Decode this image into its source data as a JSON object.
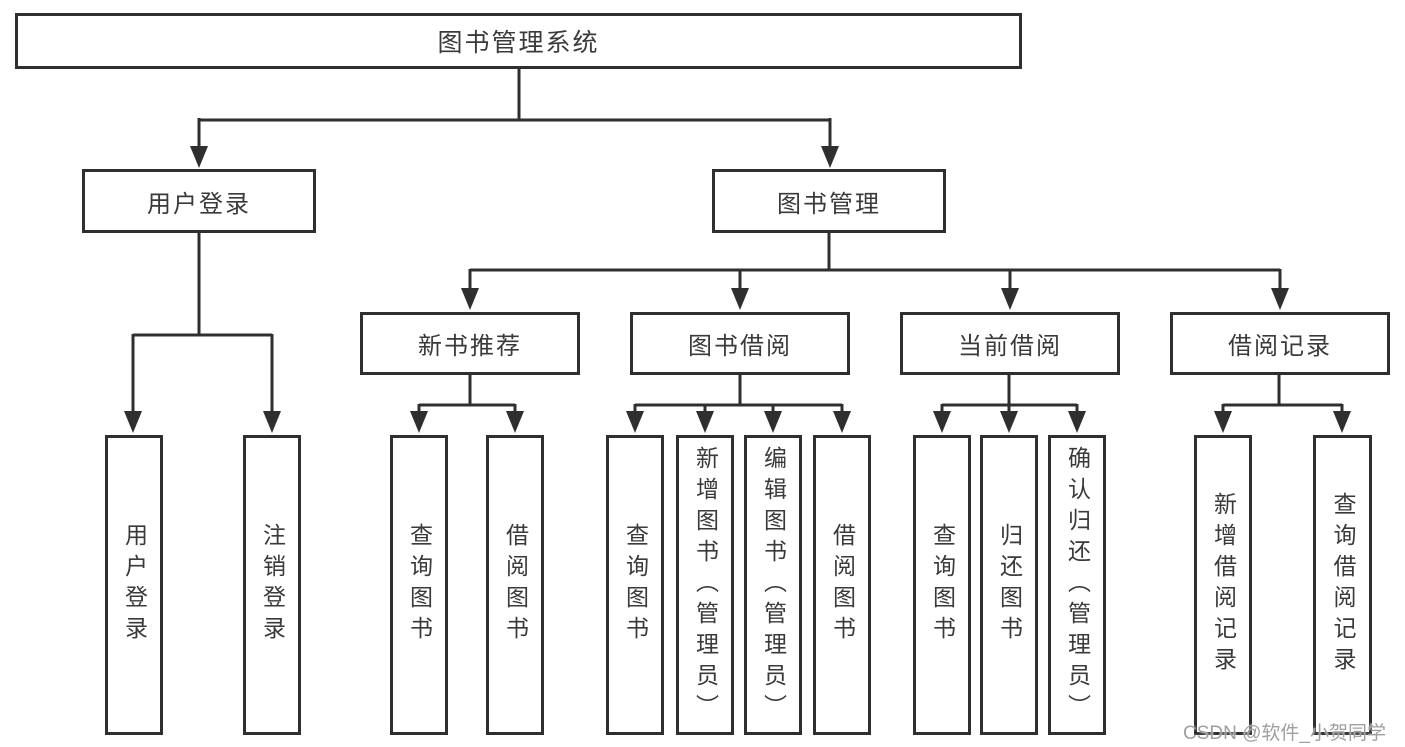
{
  "watermark": "CSDN @软件_小贺同学",
  "colors": {
    "line": "#2f2f2f",
    "border": "#2f2f2f",
    "text": "#3a3a3a",
    "box_background": "#ffffff",
    "page_background": "#ffffff",
    "watermark": "#9f9f9f"
  },
  "tree": {
    "label": "图书管理系统",
    "children": [
      {
        "label": "用户登录",
        "children": [
          {
            "label": "用户登录"
          },
          {
            "label": "注销登录"
          }
        ]
      },
      {
        "label": "图书管理",
        "children": [
          {
            "label": "新书推荐",
            "children": [
              {
                "label": "查询图书"
              },
              {
                "label": "借阅图书"
              }
            ]
          },
          {
            "label": "图书借阅",
            "children": [
              {
                "label": "查询图书"
              },
              {
                "label": "新增图书（管理员）"
              },
              {
                "label": "编辑图书（管理员）"
              },
              {
                "label": "借阅图书"
              }
            ]
          },
          {
            "label": "当前借阅",
            "children": [
              {
                "label": "查询图书"
              },
              {
                "label": "归还图书"
              },
              {
                "label": "确认归还（管理员）"
              }
            ]
          },
          {
            "label": "借阅记录",
            "children": [
              {
                "label": "新增借阅记录"
              },
              {
                "label": "查询借阅记录"
              }
            ]
          }
        ]
      }
    ]
  }
}
